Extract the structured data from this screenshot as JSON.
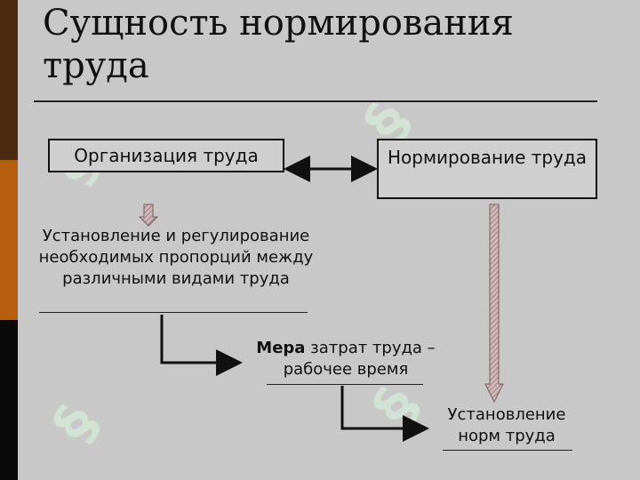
{
  "slide": {
    "title": "Сущность нормирования труда",
    "watermark_text": "SOFT"
  },
  "diagram": {
    "box_left": "Организация труда",
    "box_right": "Нормирование труда",
    "text_proportions": "Установление и регулирование необходимых пропорций между различными видами труда",
    "measure_bold": "Мера",
    "measure_rest": " затрат труда – рабочее время",
    "norms": "Установление норм труда"
  },
  "colors": {
    "background": "#c8c8c8",
    "sidebar_top": "#4a2a10",
    "sidebar_mid": "#b5600e",
    "sidebar_bottom": "#0a0a0a",
    "watermark": "#d6ecd9",
    "arrow_fill": "#c89aa0"
  }
}
